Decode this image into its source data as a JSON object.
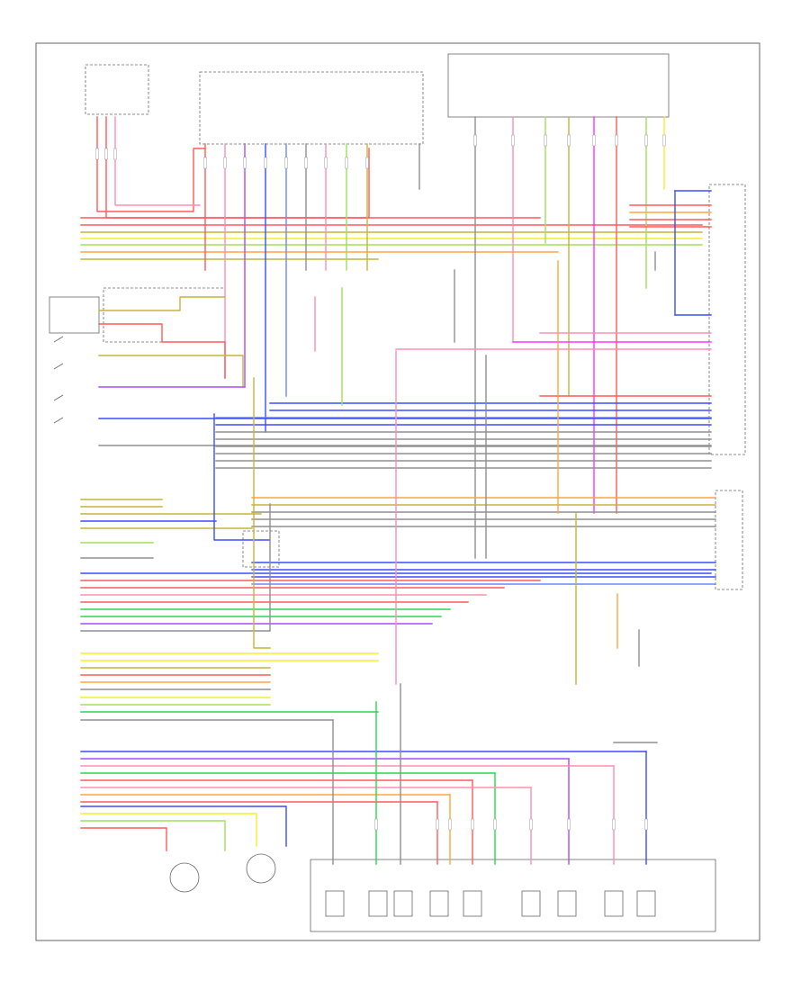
{
  "diagram": {
    "corner_code": "",
    "colors": {
      "red": "#ff5a5a",
      "pink": "#ff8fb0",
      "magenta": "#ff33ff",
      "purple": "#a64dff",
      "blue": "#3b4dff",
      "lightblue": "#6f86ff",
      "green": "#27d84b",
      "lime": "#9ee25a",
      "yellow": "#f4ef2a",
      "orange": "#ffa640",
      "olive": "#c9b33a",
      "brown": "#a0722d",
      "gray": "#8f8f8f",
      "black": "#555555",
      "frame": "#666666"
    },
    "components": [
      {
        "id": "top-left-fuse-box",
        "label": ""
      },
      {
        "id": "top-center-junction",
        "label": ""
      },
      {
        "id": "top-right-switch",
        "label": ""
      },
      {
        "id": "right-connector-upper",
        "label": ""
      },
      {
        "id": "right-connector-middle",
        "label": ""
      },
      {
        "id": "right-control-module",
        "label": ""
      },
      {
        "id": "left-relay-box",
        "label": ""
      },
      {
        "id": "left-control-module",
        "label": ""
      },
      {
        "id": "left-engine-module",
        "label": ""
      },
      {
        "id": "center-relay",
        "label": ""
      },
      {
        "id": "bottom-sensor-left",
        "label": ""
      },
      {
        "id": "bottom-sensor-right",
        "label": ""
      },
      {
        "id": "bottom-transmission-assembly",
        "label": ""
      }
    ]
  }
}
